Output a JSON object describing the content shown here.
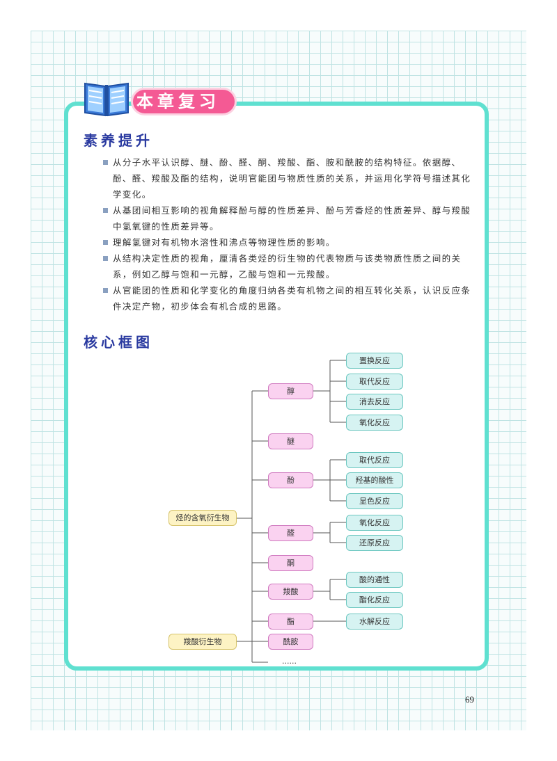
{
  "chapter": {
    "title": "本章复习"
  },
  "section1": {
    "title": "素养提升",
    "bullets": [
      "从分子水平认识醇、醚、酚、醛、酮、羧酸、酯、胺和酰胺的结构特征。依据醇、酚、醛、羧酸及酯的结构，说明官能团与物质性质的关系，并运用化学符号描述其化学变化。",
      "从基团间相互影响的视角解释酚与醇的性质差异、酚与芳香烃的性质差异、醇与羧酸中氢氧键的性质差异等。",
      "理解氢键对有机物水溶性和沸点等物理性质的影响。",
      "从结构决定性质的视角，厘清各类烃的衍生物的代表物质与该类物质性质之间的关系，例如乙醇与饱和一元醇，乙酸与饱和一元羧酸。",
      "从官能团的性质和化学变化的角度归纳各类有机物之间的相互转化关系，认识反应条件决定产物，初步体会有机合成的思路。"
    ]
  },
  "section2": {
    "title": "核心框图"
  },
  "diagram": {
    "roots": {
      "oxygen": "烃的含氧衍生物",
      "acid": "羧酸衍生物"
    },
    "classes": {
      "alcohol": "醇",
      "ether": "醚",
      "phenol": "酚",
      "aldehyde": "醛",
      "ketone": "酮",
      "carboxylic": "羧酸",
      "ester": "酯",
      "amide": "酰胺",
      "more": "......"
    },
    "reactions": {
      "alcohol": [
        "置换反应",
        "取代反应",
        "消去反应",
        "氧化反应"
      ],
      "phenol": [
        "取代反应",
        "羟基的酸性",
        "显色反应"
      ],
      "aldehyde": [
        "氧化反应",
        "还原反应"
      ],
      "carboxylic": [
        "酸的通性",
        "酯化反应"
      ],
      "ester": [
        "水解反应"
      ]
    }
  },
  "page_number": "69",
  "colors": {
    "panel_border": "#5fe0d0",
    "badge": "#f45a94",
    "heading": "#2a3aa0",
    "class_node": "#fad2f0",
    "reaction_node": "#d6f3f2",
    "root_node": "#fdf3c4"
  }
}
